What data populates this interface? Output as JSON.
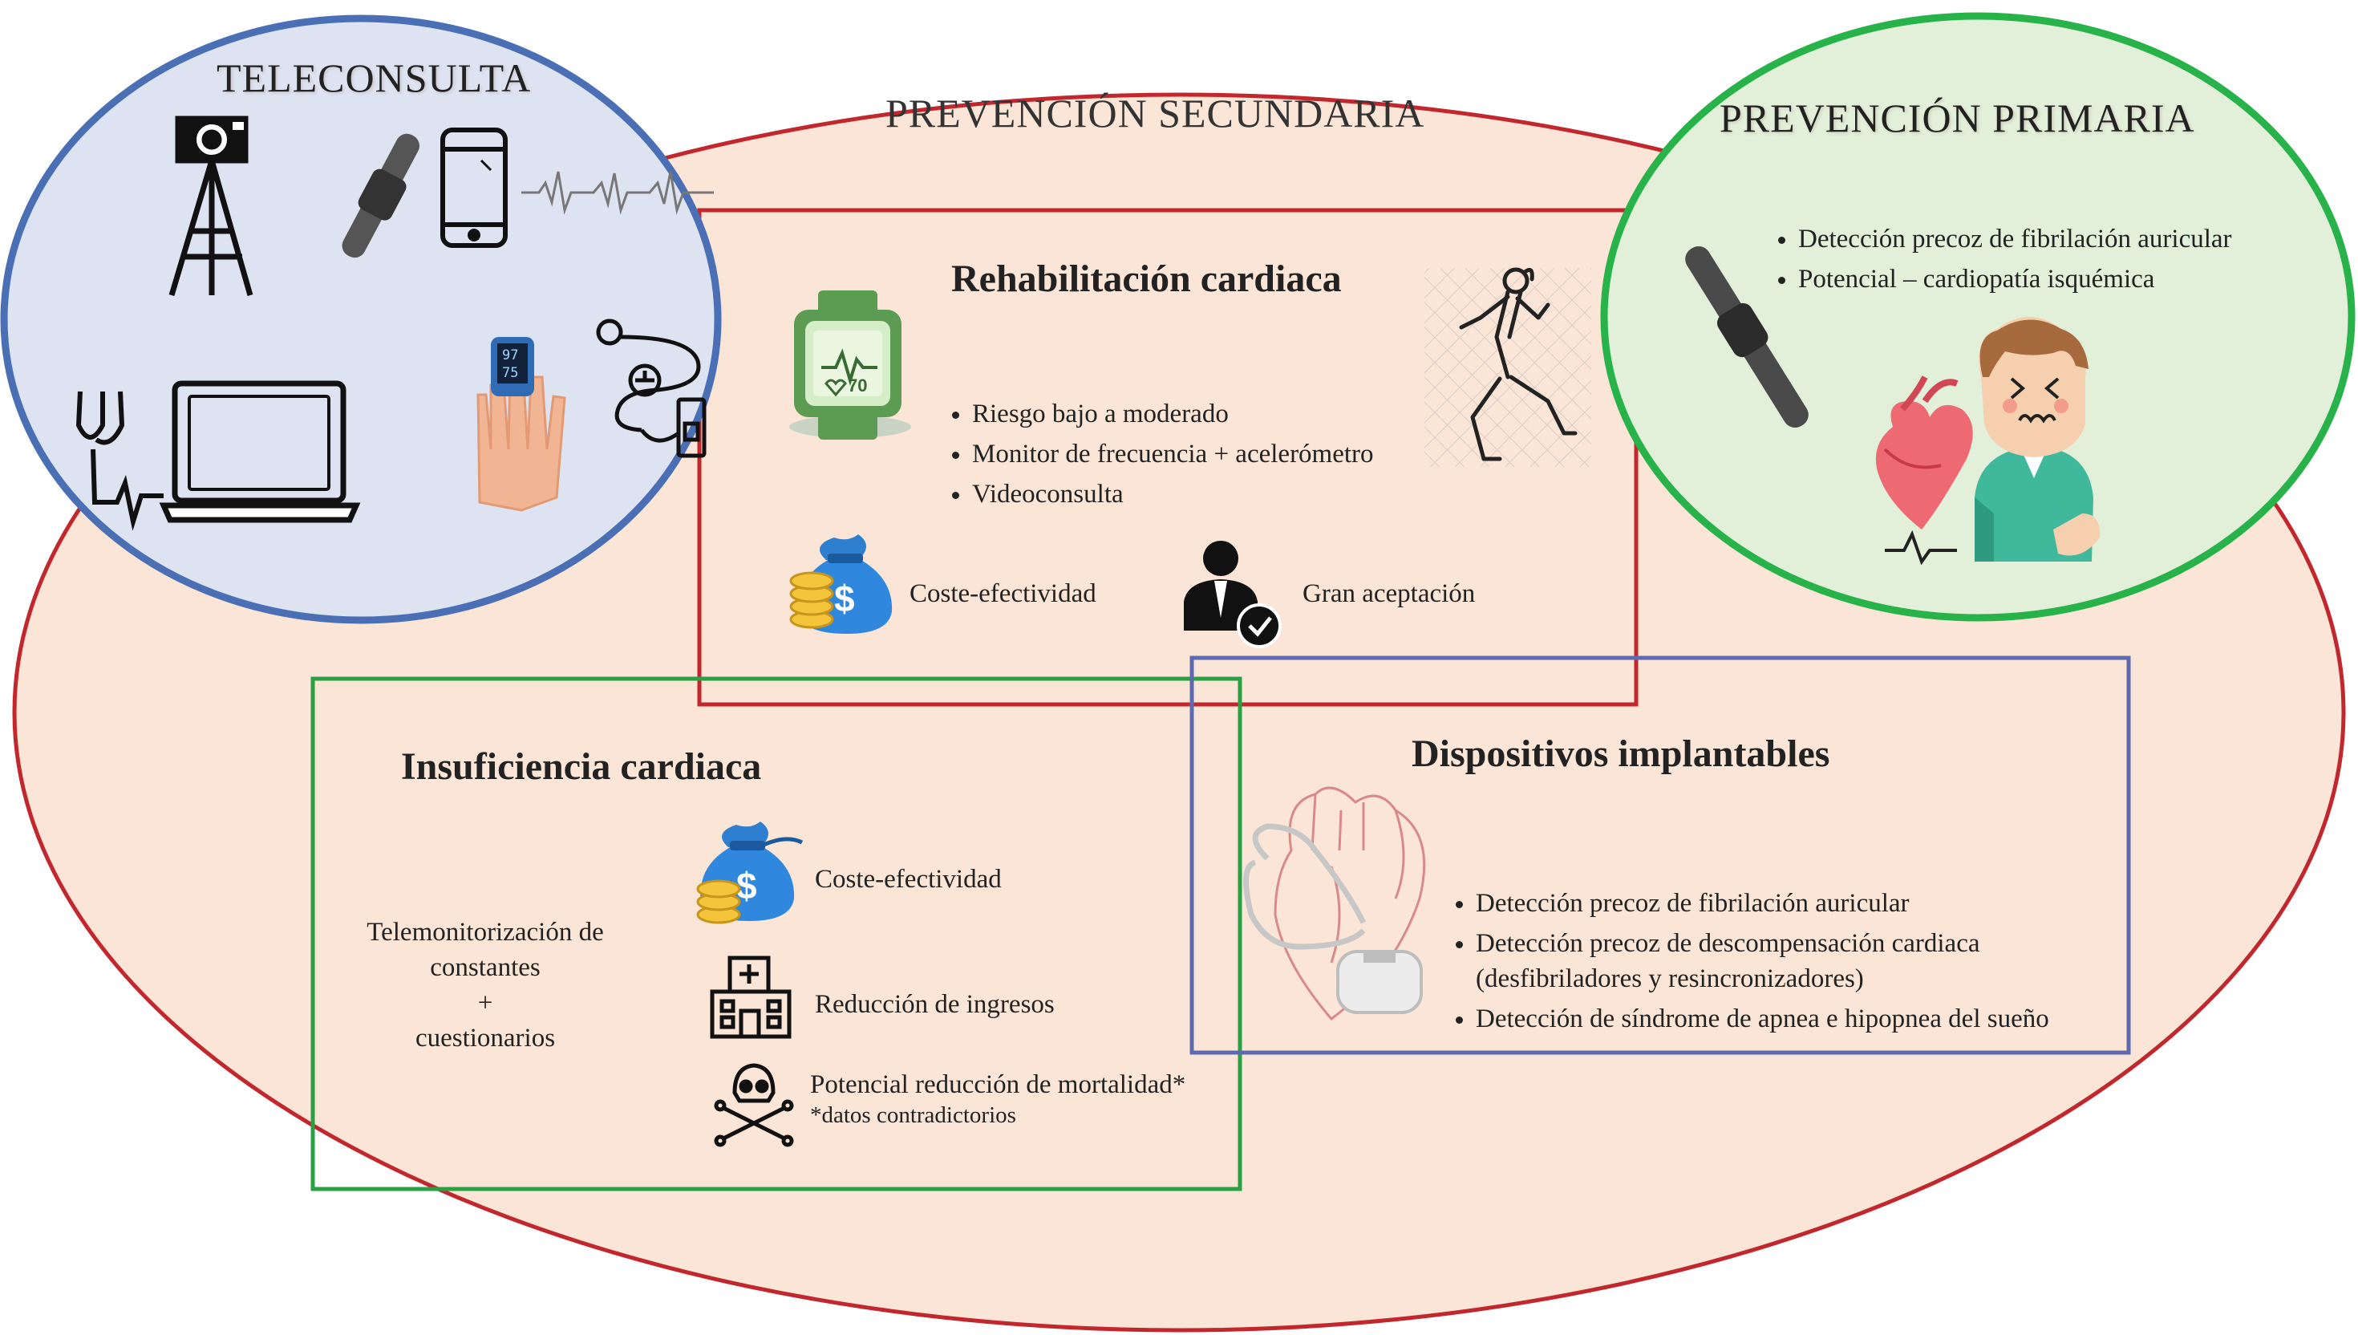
{
  "colors": {
    "secondary_prevention": "#c1272d",
    "secondary_fill": "#fbe5d6",
    "teleconsulta": "#4a6fb5",
    "teleconsulta_fill": "#dde3f0",
    "primary_prevention": "#27b24a",
    "primary_fill": "#e2efd9",
    "heart_failure_box": "#2aa043",
    "devices_box": "#5e6ab0",
    "rehab_box": "#c1272d"
  },
  "regions": {
    "teleconsulta": {
      "title": "TELECONSULTA"
    },
    "secondary": {
      "title": "PREVENCIÓN SECUNDARIA"
    },
    "primary": {
      "title": "PREVENCIÓN PRIMARIA",
      "bullets": [
        "Detección precoz de fibrilación auricular",
        "Potencial – cardiopatía isquémica"
      ]
    }
  },
  "rehab": {
    "title": "Rehabilitación cardiaca",
    "bullets": [
      "Riesgo bajo a moderado",
      "Monitor de frecuencia + acelerómetro",
      "Videoconsulta"
    ],
    "cost": "Coste-efectividad",
    "acceptance": "Gran aceptación",
    "watch_bpm": "70"
  },
  "heart_failure": {
    "title": "Insuficiencia cardiaca",
    "telemonitor": [
      "Telemonitorización de",
      "constantes",
      "+",
      "cuestionarios"
    ],
    "cost": "Coste-efectividad",
    "admissions": "Reducción de ingresos",
    "mortality": "Potencial reducción de mortalidad*",
    "mortality_note": "*datos contradictorios"
  },
  "devices": {
    "title": "Dispositivos implantables",
    "bullets": [
      "Detección precoz de fibrilación auricular",
      "Detección precoz de descompensación cardiaca",
      "Detección de síndrome de apnea e hipopnea del sueño"
    ],
    "bullet_2_cont": "(desfibriladores y resincronizadores)"
  },
  "oximeter": {
    "spo2": "97",
    "pulse": "75"
  },
  "icons": [
    "camera-tripod-icon",
    "smartwatch-icon",
    "smartphone-icon",
    "ecg-line-icon",
    "stethoscope-icon",
    "laptop-icon",
    "pulse-oximeter-icon",
    "blood-pressure-monitor-icon",
    "fitness-tracker-icon",
    "runner-icon",
    "money-bag-icon",
    "approved-user-icon",
    "hospital-icon",
    "skull-crossbones-icon",
    "pacemaker-heart-icon",
    "chest-pain-person-icon"
  ]
}
